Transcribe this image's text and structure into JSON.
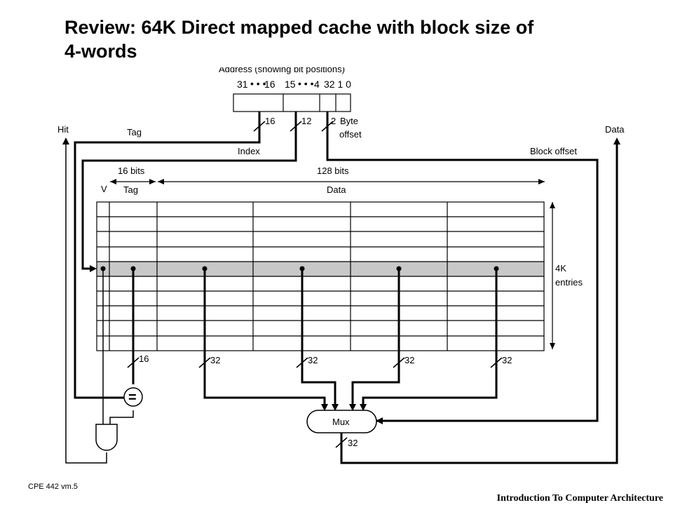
{
  "slide": {
    "title_line1": "Review: 64K Direct mapped cache with block size of",
    "title_line2": "4-words",
    "footer_left": "CPE 442  vm.5",
    "footer_right": "Introduction To Computer Architecture"
  },
  "address": {
    "caption": "Address (showing bit positions)",
    "bits_left": "31",
    "bits_mid1": "16",
    "bits_mid2": "15",
    "bits_mid3": "4",
    "bits_right": "32 1 0",
    "width_tag": "16",
    "width_index": "12",
    "width_offset": "2",
    "byte_label": "Byte",
    "offset_label": "offset"
  },
  "signals": {
    "hit": "Hit",
    "tag": "Tag",
    "index": "Index",
    "block_offset": "Block offset",
    "data": "Data"
  },
  "cache": {
    "tag_bits": "16 bits",
    "data_bits": "128 bits",
    "v_header": "V",
    "tag_header": "Tag",
    "data_header": "Data",
    "entries_line1": "4K",
    "entries_line2": "entries"
  },
  "datapath": {
    "tag_out_width": "16",
    "word_width_1": "32",
    "word_width_2": "32",
    "word_width_3": "32",
    "word_width_4": "32",
    "mux_out_width": "32",
    "comparator": "=",
    "mux": "Mux"
  }
}
